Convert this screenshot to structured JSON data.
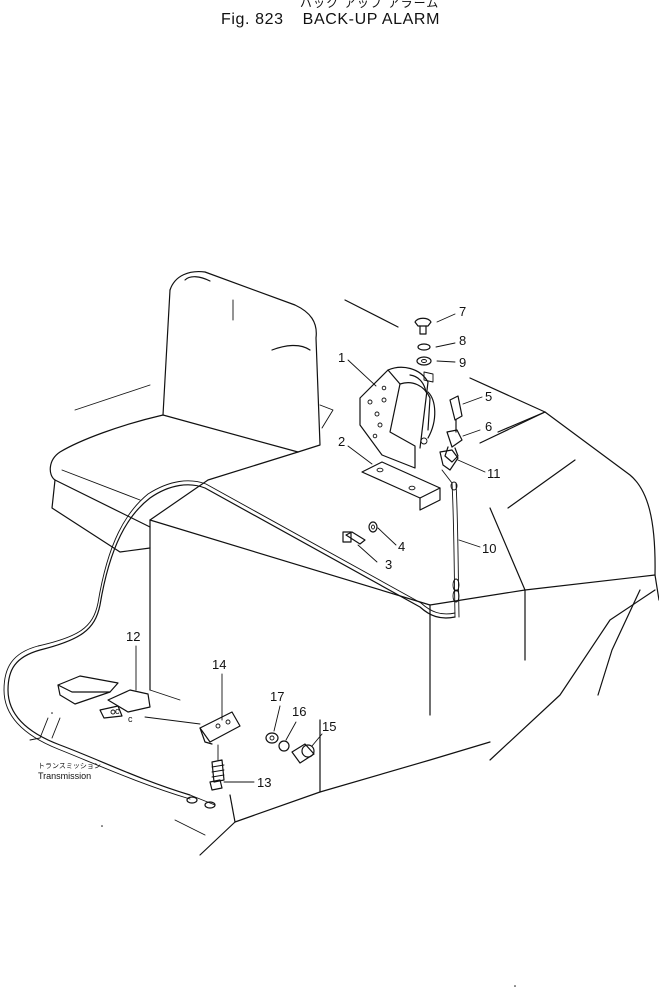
{
  "header": {
    "japanese_title": "バック アップ アラーム",
    "figure_label": "Fig. 823",
    "title": "BACK-UP ALARM"
  },
  "diagram": {
    "callouts": [
      {
        "number": "1"
      },
      {
        "number": "2"
      },
      {
        "number": "3"
      },
      {
        "number": "4"
      },
      {
        "number": "5"
      },
      {
        "number": "6"
      },
      {
        "number": "7"
      },
      {
        "number": "8"
      },
      {
        "number": "9"
      },
      {
        "number": "10"
      },
      {
        "number": "11"
      },
      {
        "number": "12"
      },
      {
        "number": "13"
      },
      {
        "number": "14"
      },
      {
        "number": "15"
      },
      {
        "number": "16"
      },
      {
        "number": "17"
      }
    ],
    "transmission_note": {
      "japanese": "トランスミッション",
      "english": "Transmission"
    }
  }
}
